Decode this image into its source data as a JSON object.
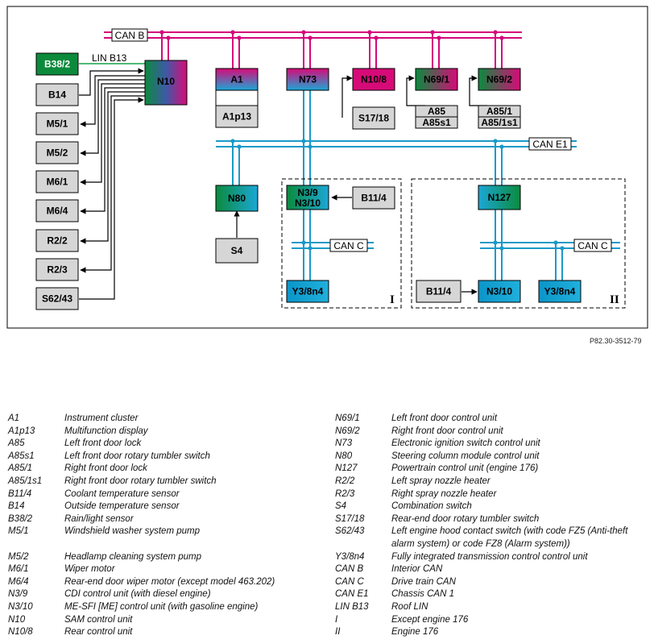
{
  "figure_ref": "P82.30-3512-79",
  "buses": {
    "can_b": "CAN B",
    "can_e1": "CAN E1",
    "can_c": "CAN C",
    "lin_b13": "LIN B13"
  },
  "groups": {
    "group_1": "I",
    "group_2": "II"
  },
  "components": {
    "b38_2": "B38/2",
    "n10": "N10",
    "b14": "B14",
    "m5_1": "M5/1",
    "m5_2": "M5/2",
    "m6_1": "M6/1",
    "m6_4": "M6/4",
    "r2_2": "R2/2",
    "r2_3": "R2/3",
    "s62_43": "S62/43",
    "a1": "A1",
    "a1p13": "A1p13",
    "n73": "N73",
    "n10_8": "N10/8",
    "s17_18": "S17/18",
    "n69_1": "N69/1",
    "a85": "A85",
    "a85s1": "A85s1",
    "n69_2": "N69/2",
    "a85_1": "A85/1",
    "a85_1s1": "A85/1s1",
    "n80": "N80",
    "s4": "S4",
    "n3_9": "N3/9",
    "n3_10": "N3/10",
    "b11_4": "B11/4",
    "y3_8n4": "Y3/8n4",
    "n127": "N127",
    "b11_4_b": "B11/4",
    "n3_10_b": "N3/10",
    "y3_8n4_b": "Y3/8n4"
  },
  "colors": {
    "can_b": "#d4087a",
    "can_e1": "#1a9ac8",
    "lin": "#16a04a",
    "gray_box": "#d6d6d6",
    "green": "#0c8a3c",
    "magenta": "#d40a78",
    "blue": "#1a9ac8"
  },
  "legend_left": [
    {
      "code": "A1",
      "desc": "Instrument cluster"
    },
    {
      "code": "A1p13",
      "desc": "Multifunction display"
    },
    {
      "code": "A85",
      "desc": "Left front door lock"
    },
    {
      "code": "A85s1",
      "desc": "Left front door rotary tumbler switch"
    },
    {
      "code": "A85/1",
      "desc": "Right front door lock"
    },
    {
      "code": "A85/1s1",
      "desc": "Right front door rotary tumbler switch"
    },
    {
      "code": "B11/4",
      "desc": "Coolant temperature sensor"
    },
    {
      "code": "B14",
      "desc": "Outside temperature sensor"
    },
    {
      "code": "B38/2",
      "desc": "Rain/light sensor"
    },
    {
      "code": "M5/1",
      "desc": "Windshield washer system pump"
    },
    {
      "code": "",
      "desc": ""
    },
    {
      "code": "M5/2",
      "desc": "Headlamp cleaning system pump"
    },
    {
      "code": "M6/1",
      "desc": "Wiper motor"
    },
    {
      "code": "M6/4",
      "desc": "Rear-end door wiper motor (except model 463.202)"
    },
    {
      "code": "N3/9",
      "desc": "CDI control unit (with diesel engine)"
    },
    {
      "code": "N3/10",
      "desc": "ME-SFI [ME] control unit (with gasoline engine)"
    },
    {
      "code": "N10",
      "desc": "SAM control unit"
    },
    {
      "code": "N10/8",
      "desc": "Rear control unit"
    }
  ],
  "legend_right": [
    {
      "code": "N69/1",
      "desc": "Left front door control unit"
    },
    {
      "code": "N69/2",
      "desc": "Right front door control unit"
    },
    {
      "code": "N73",
      "desc": "Electronic ignition switch control unit"
    },
    {
      "code": "N80",
      "desc": "Steering column module control unit"
    },
    {
      "code": "N127",
      "desc": "Powertrain control unit (engine 176)"
    },
    {
      "code": "R2/2",
      "desc": "Left spray nozzle heater"
    },
    {
      "code": "R2/3",
      "desc": "Right spray nozzle heater"
    },
    {
      "code": "S4",
      "desc": "Combination switch"
    },
    {
      "code": "S17/18",
      "desc": "Rear-end door rotary tumbler switch"
    },
    {
      "code": "S62/43",
      "desc": "Left engine hood contact switch (with code FZ5 (Anti-theft alarm system) or code FZ8 (Alarm system))"
    },
    {
      "code": "Y3/8n4",
      "desc": "Fully integrated transmission control control unit"
    },
    {
      "code": "CAN B",
      "desc": "Interior CAN"
    },
    {
      "code": "CAN C",
      "desc": "Drive train CAN"
    },
    {
      "code": "CAN E1",
      "desc": "Chassis CAN 1"
    },
    {
      "code": "LIN B13",
      "desc": "Roof LIN"
    },
    {
      "code": "I",
      "desc": "Except engine 176"
    },
    {
      "code": "II",
      "desc": "Engine 176"
    }
  ]
}
